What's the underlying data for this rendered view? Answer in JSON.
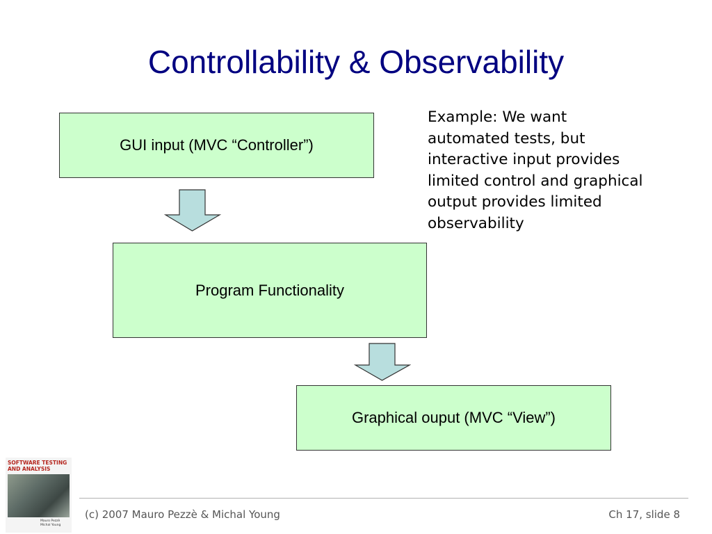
{
  "slide": {
    "title": "Controllability & Observability"
  },
  "diagram": {
    "boxes": [
      {
        "label": "GUI input (MVC “Controller”)",
        "fill": "#ccffcc"
      },
      {
        "label": "Program Functionality",
        "fill": "#ccffcc"
      },
      {
        "label": "Graphical ouput (MVC “View”)",
        "fill": "#ccffcc"
      }
    ],
    "arrow_fill": "#b8dede"
  },
  "example": {
    "lines": [
      "Example: We want",
      "automated tests, but",
      "interactive input provides",
      "limited control and graphical",
      "output provides limited",
      "observability"
    ]
  },
  "footer": {
    "copyright": "(c) 2007 Mauro Pezzè & Michal Young",
    "slide_ref": "Ch 17, slide 8"
  },
  "book_cover": {
    "title_lines": [
      "SOFTWARE TESTING",
      "AND ANALYSIS"
    ],
    "authors": [
      "Mauro Pezzè",
      "Michal Young"
    ]
  },
  "colors": {
    "title": "#000080",
    "box_fill": "#ccffcc",
    "arrow_fill": "#b8dede"
  }
}
